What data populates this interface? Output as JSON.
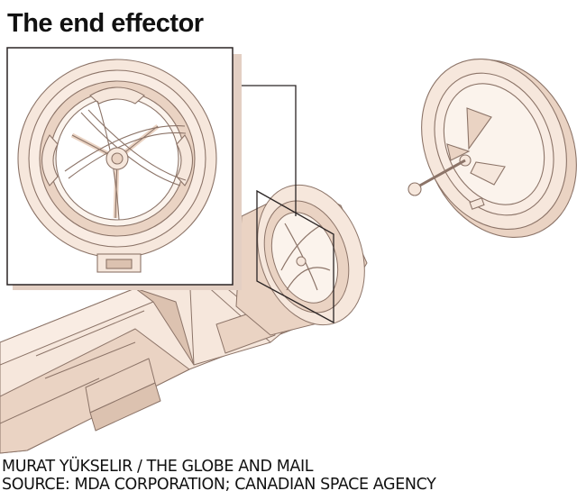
{
  "title": "The end effector",
  "credits": {
    "author": "MURAT YÜKSELIR / THE GLOBE AND MAIL",
    "source": "SOURCE: MDA CORPORATION; CANADIAN SPACE AGENCY"
  },
  "colors": {
    "fill_light": "#f6e7dc",
    "fill_mid": "#ead3c3",
    "fill_shadow": "#dcc2b0",
    "stroke": "#8c7468",
    "frame": "#2a2424",
    "inset_shadow": "#e3cfc3"
  }
}
